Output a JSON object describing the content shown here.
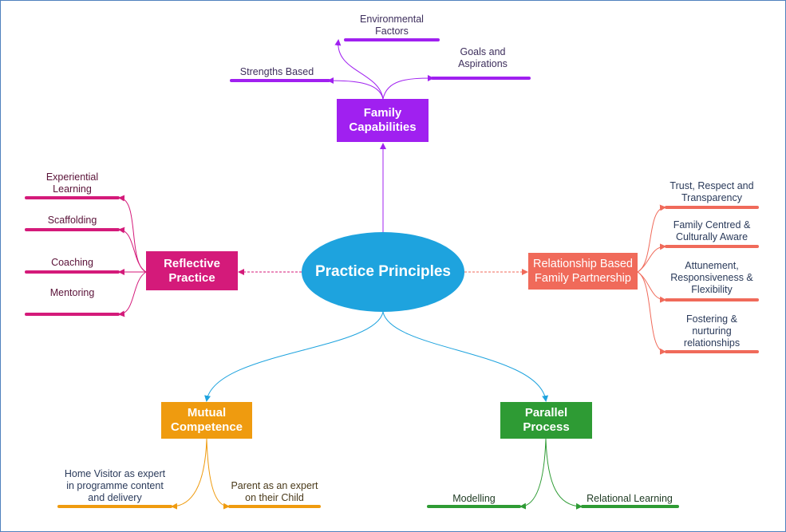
{
  "center": {
    "label": "Practice Principles"
  },
  "branches": {
    "family": {
      "label": "Family\nCapabilities",
      "leaves": [
        "Environmental\nFactors",
        "Goals and\nAspirations",
        "Strengths Based"
      ]
    },
    "reflective": {
      "label": "Reflective\nPractice",
      "leaves": [
        "Experiential\nLearning",
        "Scaffolding",
        "Coaching",
        "Mentoring"
      ]
    },
    "relationship": {
      "label": "Relationship Based\nFamily Partnership",
      "leaves": [
        "Trust, Respect and\nTransparency",
        "Family Centred &\nCulturally Aware",
        "Attunement,\nResponsiveness &\nFlexibility",
        "Fostering &\nnurturing\nrelationships"
      ]
    },
    "mutual": {
      "label": "Mutual\nCompetence",
      "leaves": [
        "Home Visitor as expert\nin programme content\nand delivery",
        "Parent as an expert\non their Child"
      ]
    },
    "parallel": {
      "label": "Parallel Process",
      "leaves": [
        "Modelling",
        "Relational Learning"
      ]
    }
  },
  "colors": {
    "center": "#1ea3de",
    "family": "#a020f0",
    "reflective": "#d41a7a",
    "relationship": "#f06a5a",
    "mutual": "#ef9b0f",
    "parallel": "#2e9b34"
  }
}
